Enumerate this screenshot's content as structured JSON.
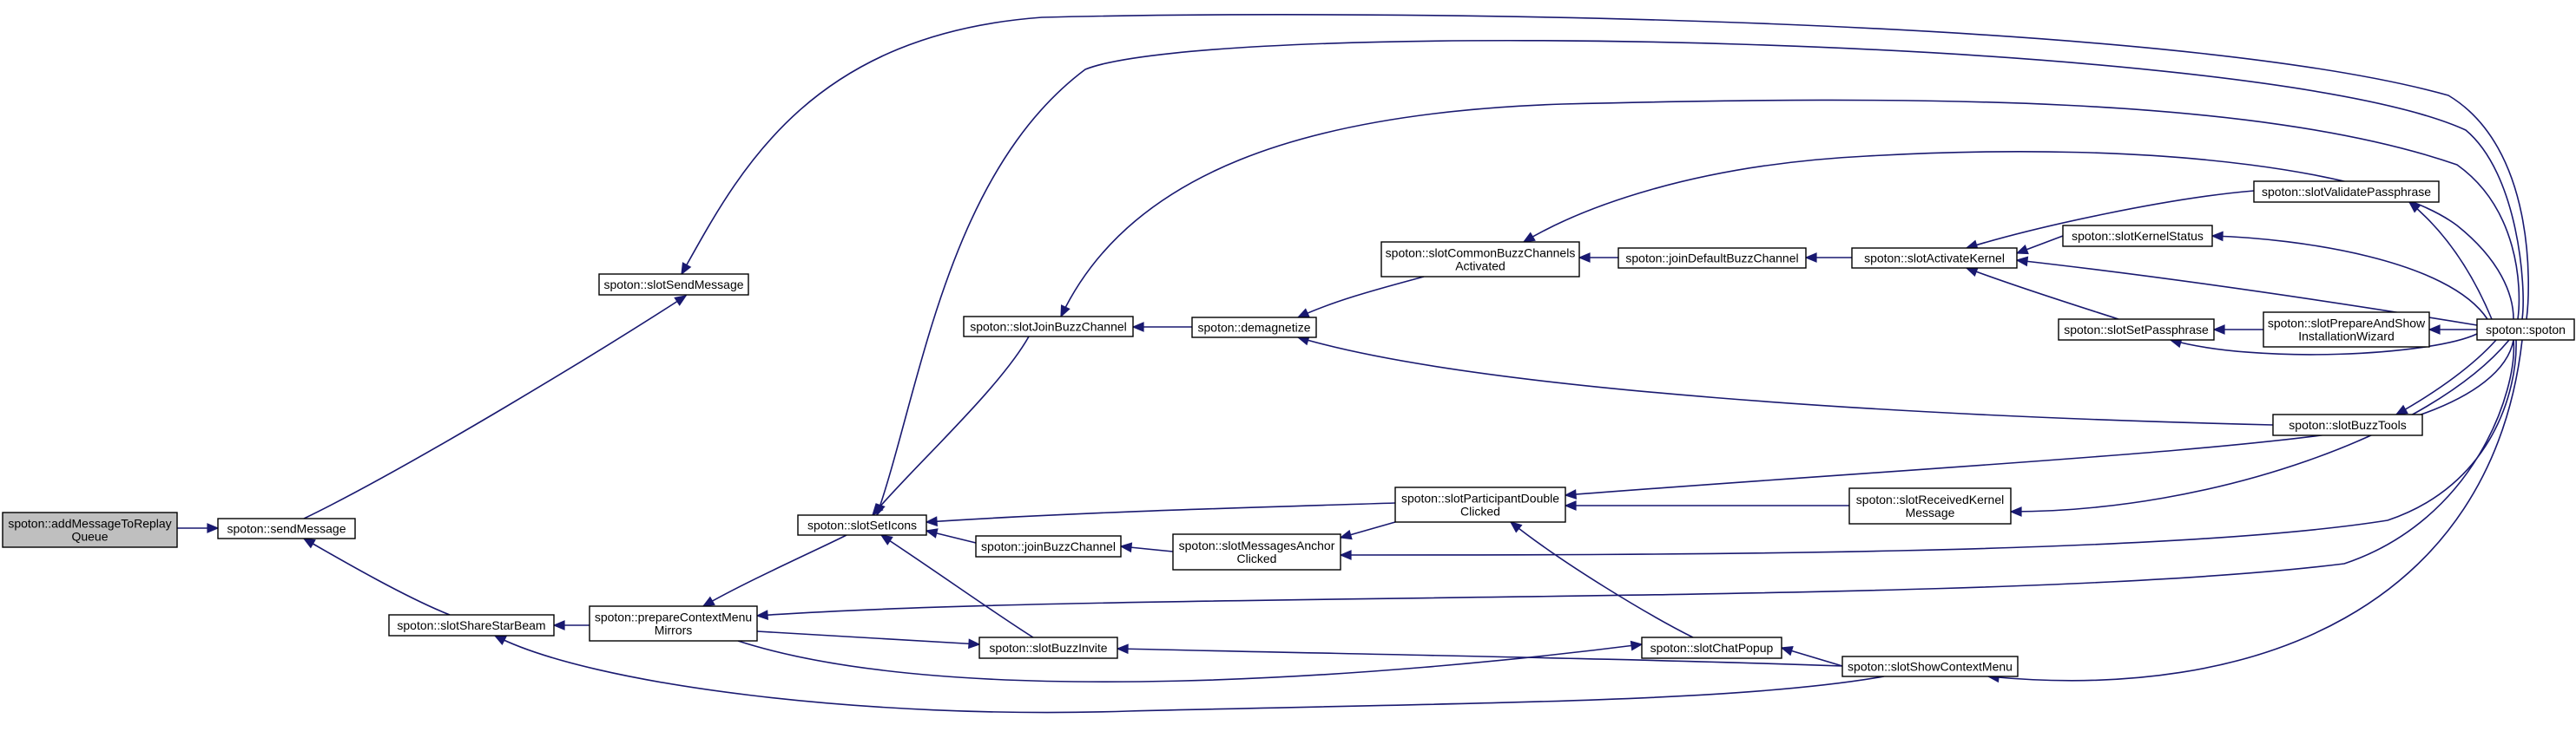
{
  "graph": {
    "arrow_color": "#191970",
    "root_fill": "#bfbfbf",
    "nodes": {
      "addMessageToReplayQueue": {
        "lines": [
          "spoton::addMessageToReplay",
          "Queue"
        ],
        "root": true
      },
      "sendMessage": {
        "lines": [
          "spoton::sendMessage"
        ]
      },
      "slotSendMessage": {
        "lines": [
          "spoton::slotSendMessage"
        ]
      },
      "slotShareStarBeam": {
        "lines": [
          "spoton::slotShareStarBeam"
        ]
      },
      "prepareContextMenuMirrors": {
        "lines": [
          "spoton::prepareContextMenu",
          "Mirrors"
        ]
      },
      "slotSetIcons": {
        "lines": [
          "spoton::slotSetIcons"
        ]
      },
      "slotJoinBuzzChannel": {
        "lines": [
          "spoton::slotJoinBuzzChannel"
        ]
      },
      "joinBuzzChannel": {
        "lines": [
          "spoton::joinBuzzChannel"
        ]
      },
      "slotBuzzInvite": {
        "lines": [
          "spoton::slotBuzzInvite"
        ]
      },
      "demagnetize": {
        "lines": [
          "spoton::demagnetize"
        ]
      },
      "slotMessagesAnchorClicked": {
        "lines": [
          "spoton::slotMessagesAnchor",
          "Clicked"
        ]
      },
      "slotCommonBuzzChannelsActivated": {
        "lines": [
          "spoton::slotCommonBuzzChannels",
          "Activated"
        ]
      },
      "slotParticipantDoubleClicked": {
        "lines": [
          "spoton::slotParticipantDouble",
          "Clicked"
        ]
      },
      "slotChatPopup": {
        "lines": [
          "spoton::slotChatPopup"
        ]
      },
      "joinDefaultBuzzChannel": {
        "lines": [
          "spoton::joinDefaultBuzzChannel"
        ]
      },
      "slotActivateKernel": {
        "lines": [
          "spoton::slotActivateKernel"
        ]
      },
      "slotReceivedKernelMessage": {
        "lines": [
          "spoton::slotReceivedKernel",
          "Message"
        ]
      },
      "slotShowContextMenu": {
        "lines": [
          "spoton::slotShowContextMenu"
        ]
      },
      "slotValidatePassphrase": {
        "lines": [
          "spoton::slotValidatePassphrase"
        ]
      },
      "slotKernelStatus": {
        "lines": [
          "spoton::slotKernelStatus"
        ]
      },
      "slotSetPassphrase": {
        "lines": [
          "spoton::slotSetPassphrase"
        ]
      },
      "slotPrepareAndShowInstallationWizard": {
        "lines": [
          "spoton::slotPrepareAndShow",
          "InstallationWizard"
        ]
      },
      "slotBuzzTools": {
        "lines": [
          "spoton::slotBuzzTools"
        ]
      },
      "spoton": {
        "lines": [
          "spoton::spoton"
        ]
      }
    },
    "edges": [
      [
        "sendMessage",
        "addMessageToReplayQueue"
      ],
      [
        "slotSendMessage",
        "sendMessage"
      ],
      [
        "slotShareStarBeam",
        "sendMessage"
      ],
      [
        "prepareContextMenuMirrors",
        "slotShareStarBeam"
      ],
      [
        "slotShowContextMenu",
        "slotShareStarBeam"
      ],
      [
        "slotSetIcons",
        "prepareContextMenuMirrors"
      ],
      [
        "spoton",
        "prepareContextMenuMirrors"
      ],
      [
        "slotJoinBuzzChannel",
        "slotSetIcons"
      ],
      [
        "joinBuzzChannel",
        "slotSetIcons"
      ],
      [
        "slotBuzzInvite",
        "slotSetIcons"
      ],
      [
        "slotParticipantDoubleClicked",
        "slotSetIcons"
      ],
      [
        "spoton",
        "slotSetIcons"
      ],
      [
        "prepareContextMenuMirrors",
        "slotBuzzInvite"
      ],
      [
        "slotShowContextMenu",
        "slotBuzzInvite"
      ],
      [
        "prepareContextMenuMirrors",
        "slotChatPopup"
      ],
      [
        "spoton",
        "slotSendMessage"
      ],
      [
        "demagnetize",
        "slotJoinBuzzChannel"
      ],
      [
        "spoton",
        "slotJoinBuzzChannel"
      ],
      [
        "slotMessagesAnchorClicked",
        "joinBuzzChannel"
      ],
      [
        "slotCommonBuzzChannelsActivated",
        "demagnetize"
      ],
      [
        "slotBuzzTools",
        "demagnetize"
      ],
      [
        "slotParticipantDoubleClicked",
        "slotMessagesAnchorClicked"
      ],
      [
        "spoton",
        "slotMessagesAnchorClicked"
      ],
      [
        "joinDefaultBuzzChannel",
        "slotCommonBuzzChannelsActivated"
      ],
      [
        "spoton",
        "slotCommonBuzzChannelsActivated"
      ],
      [
        "slotReceivedKernelMessage",
        "slotParticipantDoubleClicked"
      ],
      [
        "spoton",
        "slotParticipantDoubleClicked"
      ],
      [
        "slotChatPopup",
        "slotParticipantDoubleClicked"
      ],
      [
        "slotShowContextMenu",
        "slotChatPopup"
      ],
      [
        "slotActivateKernel",
        "joinDefaultBuzzChannel"
      ],
      [
        "slotValidatePassphrase",
        "slotActivateKernel"
      ],
      [
        "slotKernelStatus",
        "slotActivateKernel"
      ],
      [
        "slotSetPassphrase",
        "slotActivateKernel"
      ],
      [
        "spoton",
        "slotActivateKernel"
      ],
      [
        "spoton",
        "slotReceivedKernelMessage"
      ],
      [
        "spoton",
        "slotShowContextMenu"
      ],
      [
        "spoton",
        "slotValidatePassphrase"
      ],
      [
        "spoton",
        "slotKernelStatus"
      ],
      [
        "slotPrepareAndShowInstallationWizard",
        "slotSetPassphrase"
      ],
      [
        "spoton",
        "slotSetPassphrase"
      ],
      [
        "spoton",
        "slotPrepareAndShowInstallationWizard"
      ],
      [
        "spoton",
        "slotBuzzTools"
      ]
    ]
  }
}
